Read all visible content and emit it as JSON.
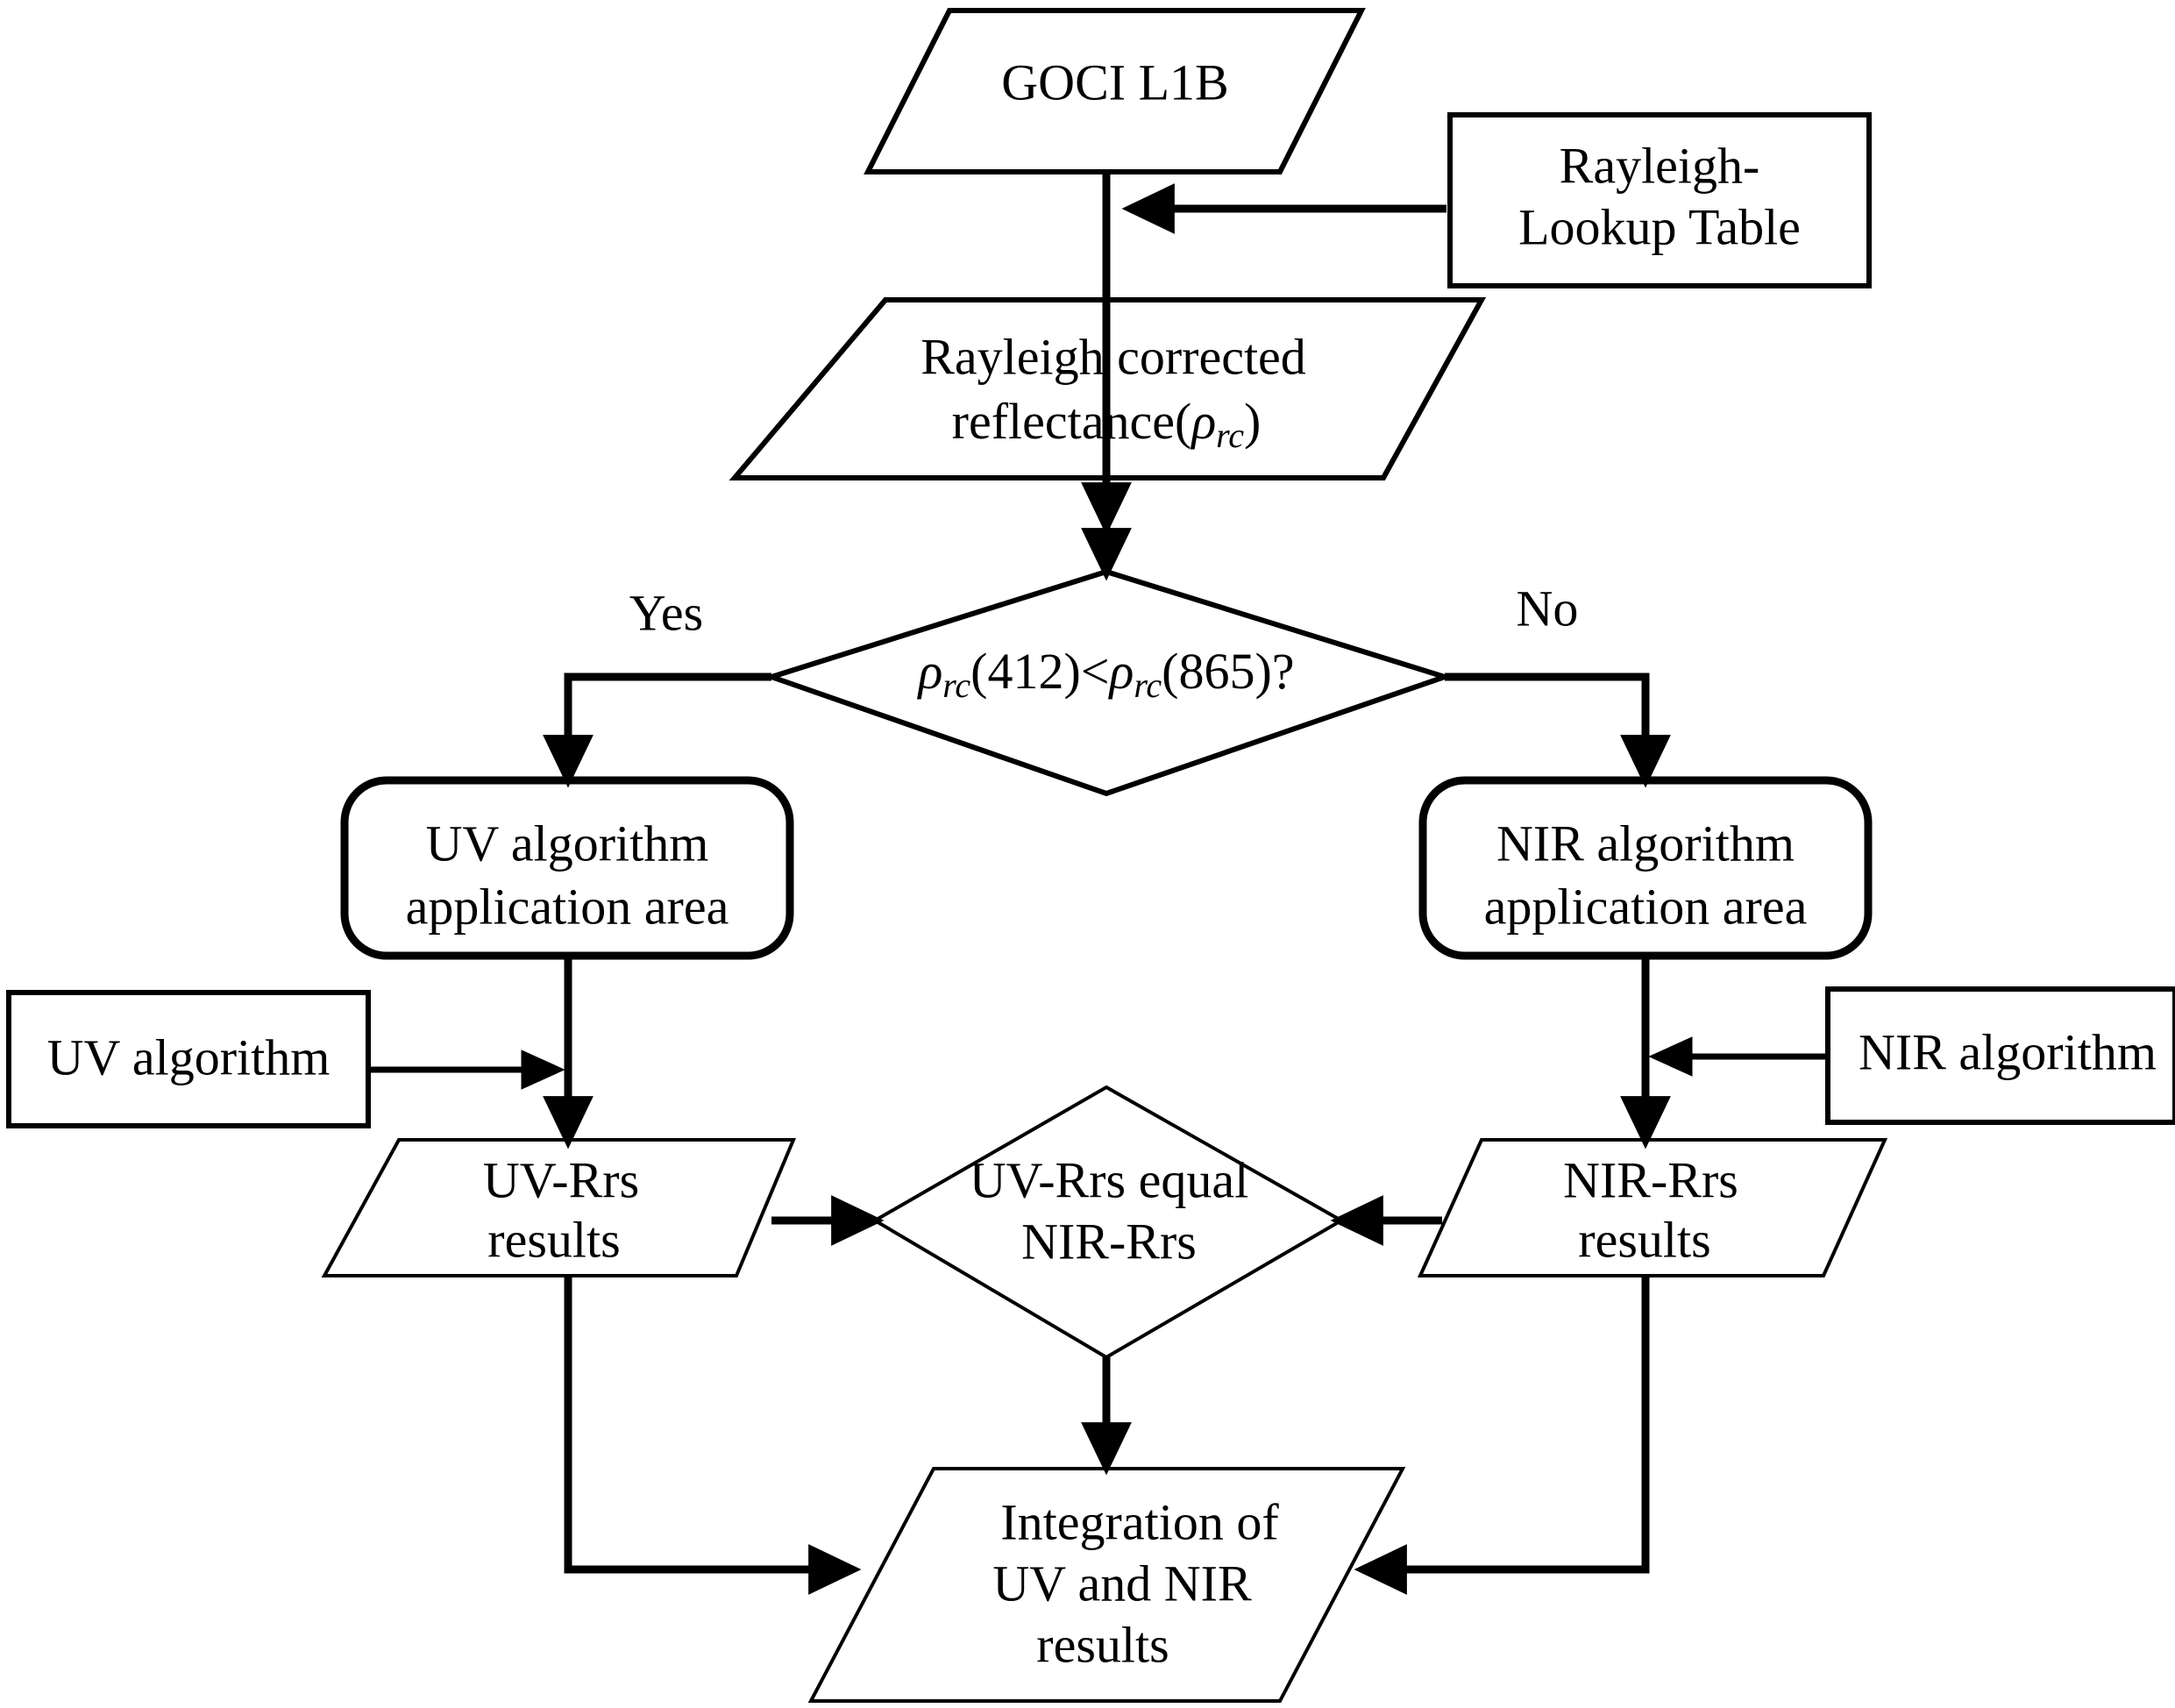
{
  "diagram": {
    "title": "GOCI L1B atmospheric correction flowchart",
    "colors": {
      "stroke": "#000000",
      "fill": "#ffffff",
      "background": "#ffffff"
    },
    "nodes": {
      "goci_l1b": {
        "label": "GOCI L1B",
        "shape": "parallelogram"
      },
      "rayleigh_lut": {
        "line1": "Rayleigh-",
        "line2": "Lookup Table",
        "shape": "rectangle"
      },
      "rayleigh_corrected": {
        "line1": "Rayleigh corrected",
        "line2_prefix": "reflectance(",
        "line2_symbol": "ρ",
        "line2_subscript": "rc",
        "line2_suffix": ")",
        "shape": "parallelogram"
      },
      "decision_band": {
        "symbol1": "ρ",
        "sub1": "rc",
        "mid1": "(412)<",
        "symbol2": "ρ",
        "sub2": "rc",
        "mid2": "(865)?",
        "shape": "diamond"
      },
      "uv_area": {
        "line1": "UV algorithm",
        "line2": "application area",
        "shape": "rounded-rectangle"
      },
      "nir_area": {
        "line1": "NIR algorithm",
        "line2": "application area",
        "shape": "rounded-rectangle"
      },
      "uv_algorithm": {
        "label": "UV algorithm",
        "shape": "rectangle"
      },
      "nir_algorithm": {
        "label": "NIR algorithm",
        "shape": "rectangle"
      },
      "uv_rrs_results": {
        "line1": "UV-Rrs",
        "line2": "results",
        "shape": "parallelogram"
      },
      "nir_rrs_results": {
        "line1": "NIR-Rrs",
        "line2": "results",
        "shape": "parallelogram"
      },
      "equality_check": {
        "line1": "UV-Rrs equal",
        "line2": "NIR-Rrs",
        "shape": "diamond"
      },
      "integration": {
        "line1": "Integration of",
        "line2": "UV and NIR",
        "line3": "results",
        "shape": "parallelogram"
      }
    },
    "edge_labels": {
      "yes": "Yes",
      "no": "No"
    }
  }
}
